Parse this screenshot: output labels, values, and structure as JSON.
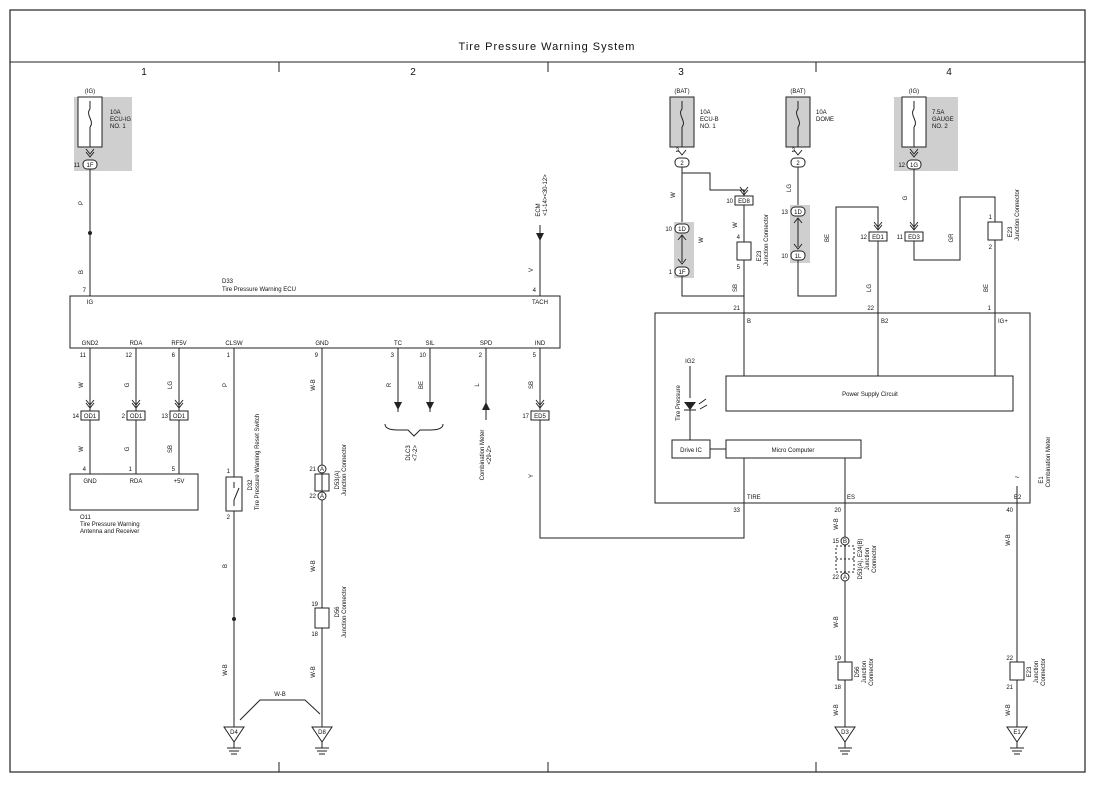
{
  "title": "Tire Pressure Warning System",
  "zones": [
    "1",
    "2",
    "3",
    "4"
  ],
  "fuses": {
    "ecu_ig": {
      "source": "(IG)",
      "label_a": "10A",
      "label_b": "ECU-IG",
      "label_c": "NO. 1",
      "conn": "1F",
      "pin": "11"
    },
    "ecu_b": {
      "source": "(BAT)",
      "label_a": "10A",
      "label_b": "ECU-B",
      "label_c": "NO. 1",
      "conn": "2",
      "pin": "2"
    },
    "dome": {
      "source": "(BAT)",
      "label_a": "10A",
      "label_b": "DOME",
      "conn": "2",
      "pin": "2"
    },
    "gauge": {
      "source": "(IG)",
      "label_a": "7.5A",
      "label_b": "GAUGE",
      "label_c": "NO. 2",
      "conn": "1G",
      "pin": "12"
    }
  },
  "ecu": {
    "code": "D33",
    "name": "Tire Pressure Warning ECU",
    "top_pins": [
      {
        "label": "IG",
        "pin": "7",
        "wire": "B"
      },
      {
        "label": "TACH",
        "pin": "4",
        "wire": "V"
      }
    ],
    "bottom_pins": [
      {
        "label": "GND2",
        "pin": "11",
        "wire": "W"
      },
      {
        "label": "RDA",
        "pin": "12",
        "wire": "G"
      },
      {
        "label": "RF5V",
        "pin": "6",
        "wire": "LG"
      },
      {
        "label": "CLSW",
        "pin": "1",
        "wire": "P"
      },
      {
        "label": "GND",
        "pin": "9",
        "wire": "W-B"
      },
      {
        "label": "TC",
        "pin": "3",
        "wire": "R"
      },
      {
        "label": "SIL",
        "pin": "10",
        "wire": "BE"
      },
      {
        "label": "SPD",
        "pin": "2",
        "wire": "L"
      },
      {
        "label": "IND",
        "pin": "5",
        "wire": "SB"
      }
    ]
  },
  "wire_p_above": "P",
  "ecm_label": "ECM",
  "ecm_sub": "<1-14><30-12>",
  "connectors": {
    "od1_a": {
      "pin": "14",
      "name": "OD1"
    },
    "od1_b": {
      "pin": "2",
      "name": "OD1"
    },
    "od1_c": {
      "pin": "13",
      "name": "OD1"
    },
    "ed5": {
      "pin": "17",
      "name": "ED5"
    },
    "ed8": {
      "pin": "10",
      "name": "ED8"
    },
    "ed1": {
      "pin": "12",
      "name": "ED1"
    },
    "ed3": {
      "pin": "11",
      "name": "ED3"
    },
    "c1d_top": {
      "pin": "10",
      "name": "1D"
    },
    "c1f_bot": {
      "pin": "1",
      "name": "1F"
    },
    "c1d_13": {
      "pin": "13",
      "name": "1D"
    },
    "c1l": {
      "pin": "10",
      "name": "1L"
    }
  },
  "receiver": {
    "code": "O11",
    "name_a": "Tire Pressure Warning",
    "name_b": "Antenna and Receiver",
    "pins": [
      {
        "label": "GND",
        "pin": "4"
      },
      {
        "label": "RDA",
        "pin": "1"
      },
      {
        "label": "+5V",
        "pin": "5"
      }
    ],
    "wires": [
      "W",
      "G",
      "SB"
    ]
  },
  "switch": {
    "code": "D32",
    "name": "Tire Pressure Warning Reset Switch",
    "pin_top": "1",
    "pin_bottom": "2",
    "wire": "B",
    "wire_low": "W-B"
  },
  "junctions": {
    "d53a": {
      "code": "D53(A)",
      "name": "Junction Connector",
      "pin_top": "21",
      "pin_bottom": "22",
      "letter": "A"
    },
    "d56": {
      "code": "D56",
      "name": "Junction Connector",
      "pin_top": "19",
      "pin_bottom": "18"
    },
    "d53ab": {
      "code": "D53(A), E24(B)",
      "name_a": "Junction",
      "name_b": "Connector",
      "pin_top": "15",
      "pin_bottom": "22",
      "letter_top": "B",
      "letter_bottom": "A"
    },
    "d56_right": {
      "code": "D56",
      "name_a": "Junction",
      "name_b": "Connector",
      "pin_top": "19",
      "pin_bottom": "18"
    },
    "e23_right": {
      "code": "E23",
      "name_a": "Junction",
      "name_b": "Connector",
      "pin_top": "22",
      "pin_bottom": "21"
    },
    "e23_mid": {
      "code": "E23",
      "name": "Junction Connector",
      "pin_top": "4",
      "pin_bottom": "5"
    },
    "e23_top": {
      "code": "E23",
      "name": "Junction Connector",
      "pin_top": "1",
      "pin_bottom": "2"
    }
  },
  "dlc3": {
    "code": "DLC3",
    "sub": "<7-2>"
  },
  "combo_meter_small": {
    "name": "Combination Meter",
    "sub": "<29-2>"
  },
  "grounds": [
    "D4",
    "D8",
    "D3",
    "E1"
  ],
  "meter": {
    "code": "E1",
    "name": "Combination Meter",
    "top_pins": [
      {
        "label": "B",
        "pin": "21",
        "wire": "SB"
      },
      {
        "label": "B2",
        "pin": "22",
        "wire": "LG"
      },
      {
        "label": "IG+",
        "pin": "1",
        "wire": "BE"
      }
    ],
    "bottom_pins": [
      {
        "label": "TIRE",
        "pin": "33"
      },
      {
        "label": "ES",
        "pin": "20"
      },
      {
        "label": "E2",
        "pin": "40"
      }
    ],
    "power_supply": "Power Supply Circuit",
    "micro": "Micro Computer",
    "drive_ic": "Drive IC",
    "ig2": "IG2",
    "lamp": "Tire Pressure",
    "tilde": "~"
  },
  "wire_labels": {
    "w_ecu_b": "W",
    "w_ecu_b2": "W",
    "w_ed8": "W",
    "w_dome": "LG",
    "w_be": "BE",
    "w_gauge": "G",
    "w_gr": "GR",
    "w_y": "Y",
    "w_wb_es": "W-B",
    "w_wb_es2": "W-B",
    "w_wb_es3": "W-B",
    "w_wb_e2": "W-B",
    "w_wb_e2b": "W-B",
    "w_wb_gnd2": "W-B",
    "w_wb_gnd3": "W-B",
    "w_wb_bridge": "W-B",
    "w_od_w": "W",
    "w_od_g": "G"
  }
}
